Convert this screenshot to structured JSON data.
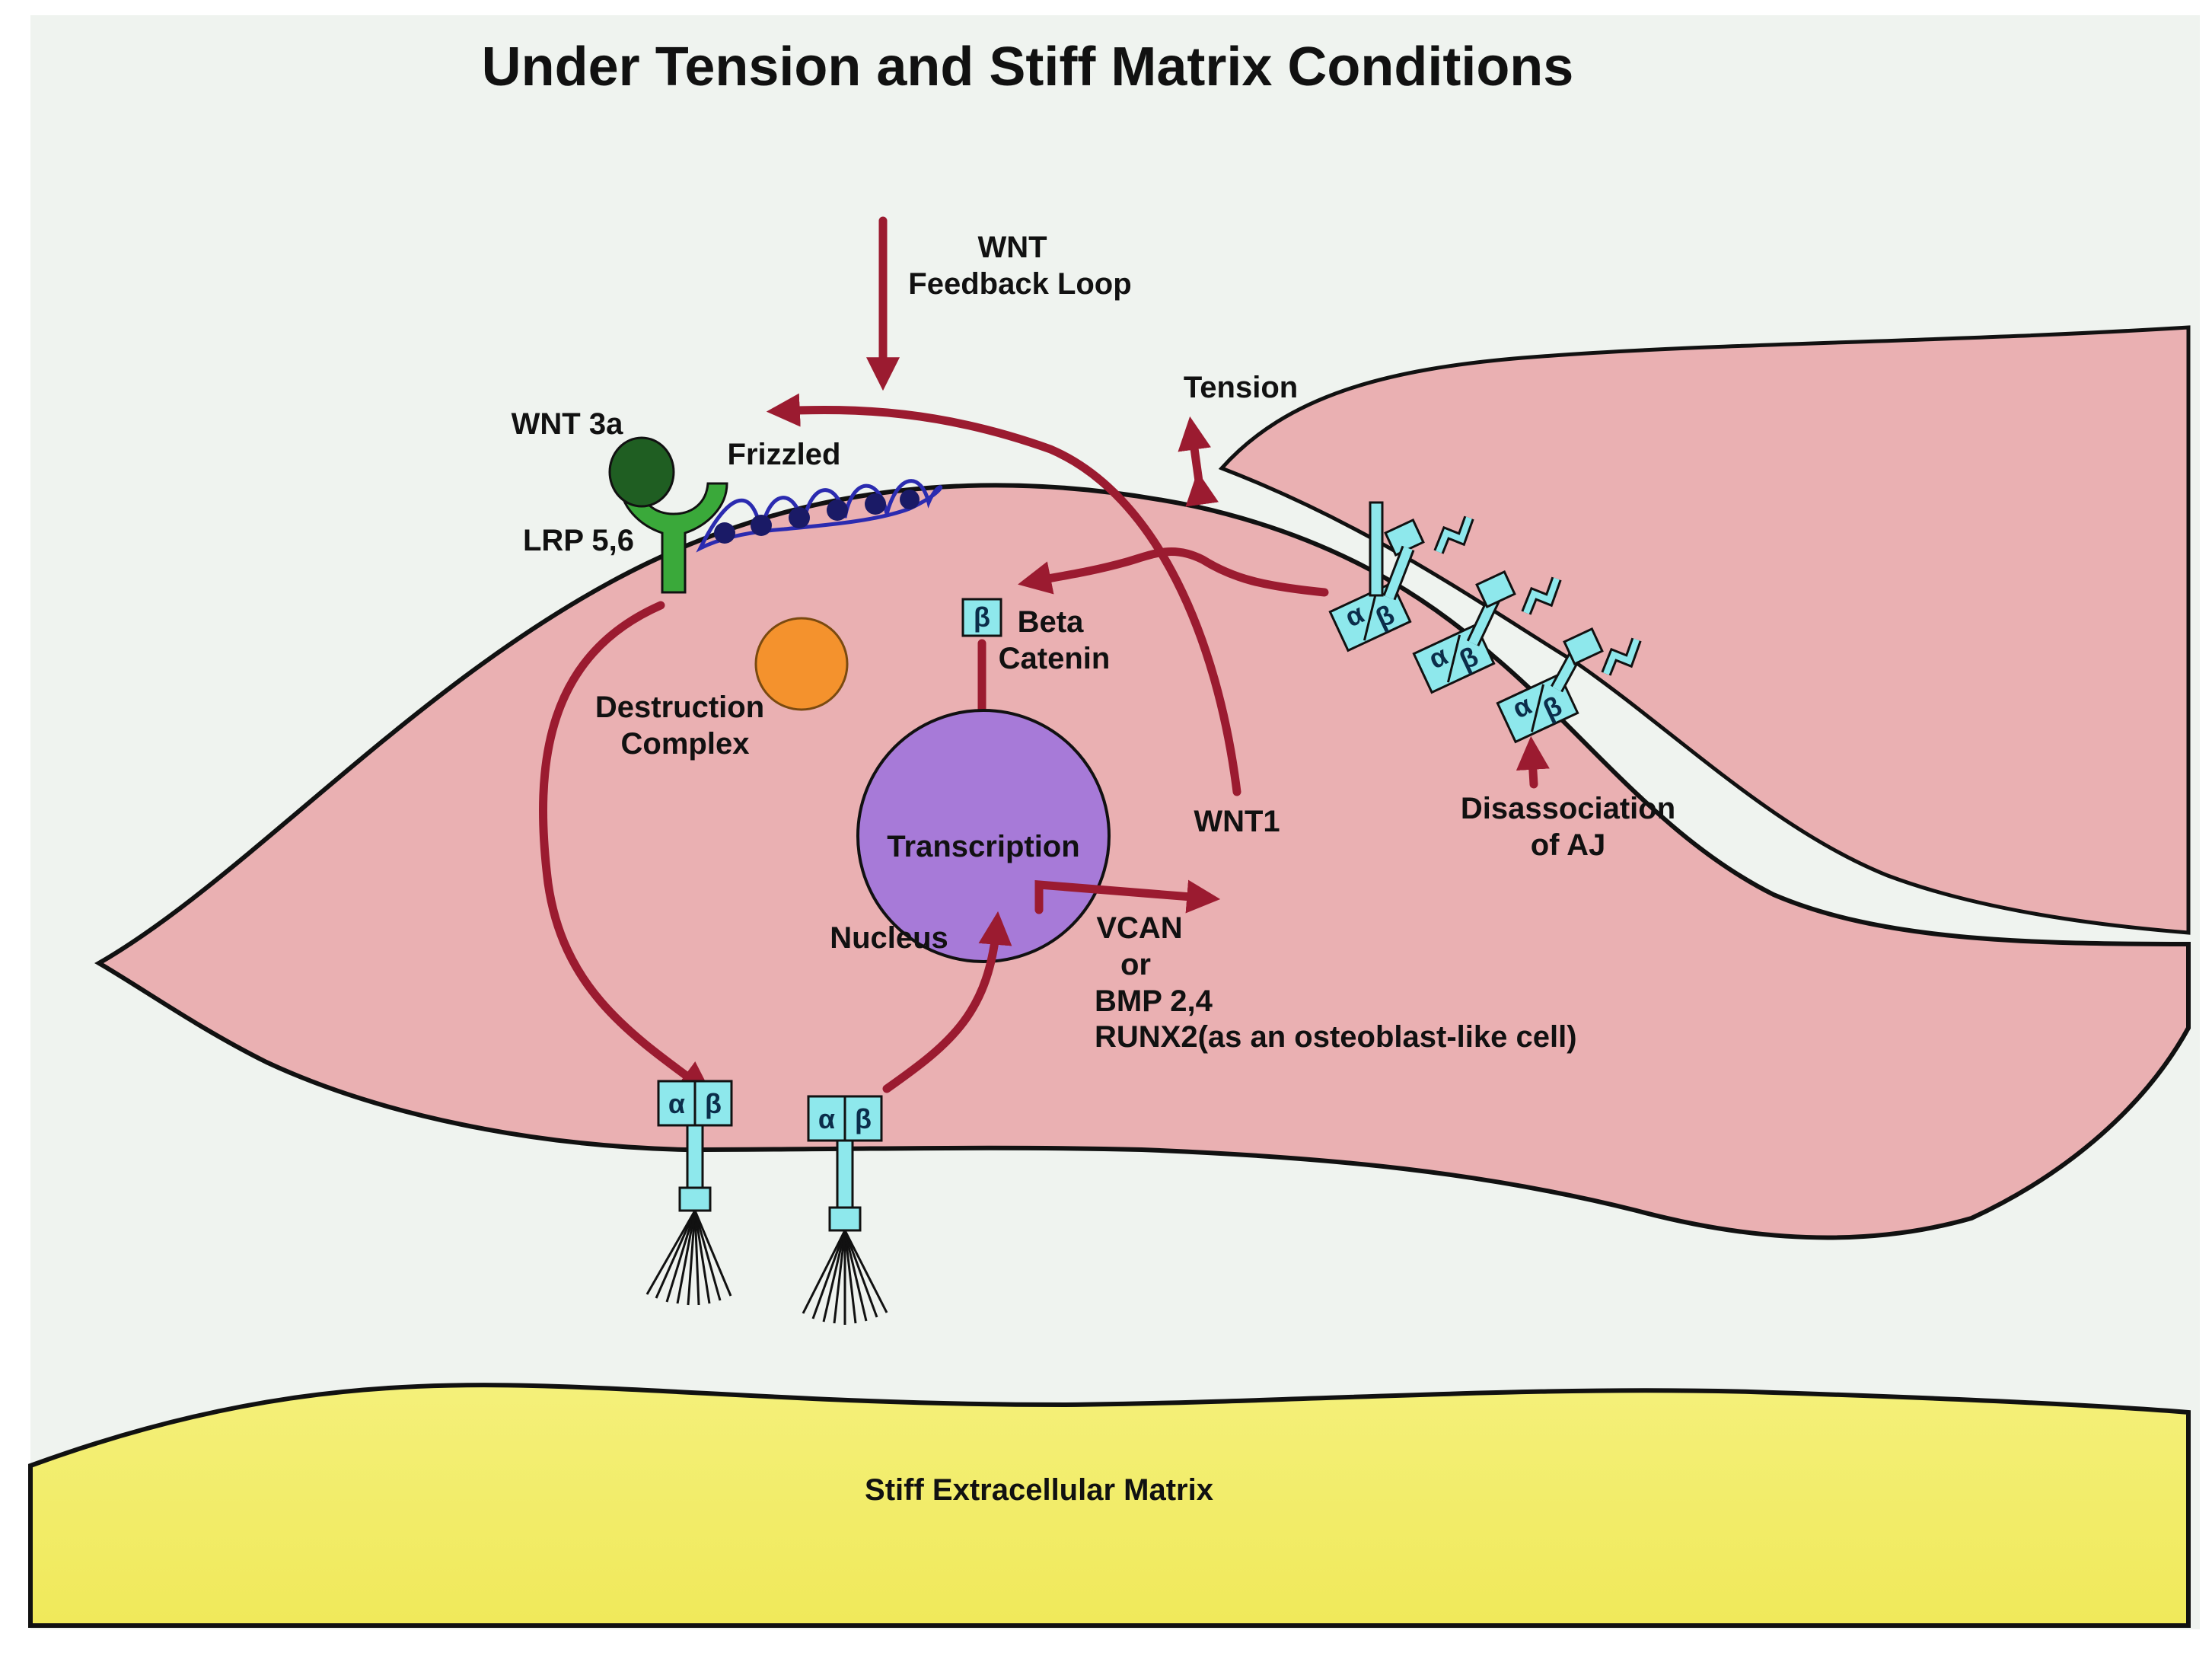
{
  "title": "Under Tension and Stiff Matrix Conditions",
  "labels": {
    "wnt_feedback_1": "WNT",
    "wnt_feedback_2": "Feedback Loop",
    "tension": "Tension",
    "wnt3a": "WNT 3a",
    "frizzled": "Frizzled",
    "lrp": "LRP 5,6",
    "beta_symbol": "β",
    "beta_catenin_1": "Beta",
    "beta_catenin_2": "Catenin",
    "destruction_1": "Destruction",
    "destruction_2": "Complex",
    "transcription": "Transcription",
    "nucleus": "Nucleus",
    "wnt1": "WNT1",
    "disassociation_1": "Disassociation",
    "disassociation_2": "of AJ",
    "vcan": "VCAN",
    "or": "or",
    "bmp": "BMP 2,4",
    "runx2": "RUNX2(as an osteoblast-like cell)",
    "ecm": "Stiff Extracellular Matrix",
    "alpha": "α",
    "beta": "β"
  },
  "colors": {
    "background": "#eff3ef",
    "cell": "#eab0b2",
    "cell_outline": "#111111",
    "ecm": "#f2ee6a",
    "arrow": "#9b1b30",
    "integrin": "#8ee8ec",
    "nucleus": "#a77ad8",
    "destruction_complex": "#f4922d",
    "wnt3a": "#1f5e22",
    "lrp": "#3aa93a",
    "frizzled": "#2b2bb0"
  }
}
